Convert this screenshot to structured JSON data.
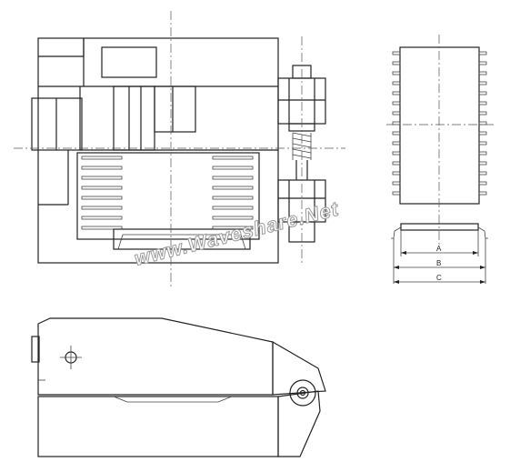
{
  "dimension_labels": {
    "a": "A",
    "b": "B",
    "c": "C"
  },
  "watermark": "www.Waveshare.Net"
}
